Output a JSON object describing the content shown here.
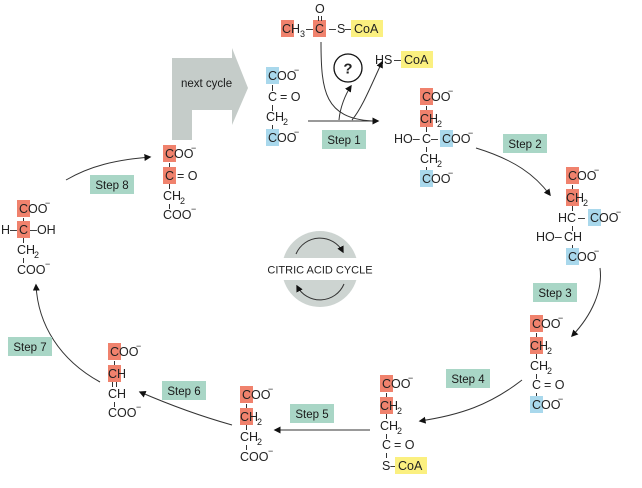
{
  "colors": {
    "red_carbon": "#f0826d",
    "blue_carbon": "#a9d8ec",
    "coa": "#fbf080",
    "step_box": "#a9d6c6",
    "gray_arrow": "#c5ccc9",
    "center_badge": "#cdd4d1",
    "bond": "#333333"
  },
  "labels": {
    "next_cycle": "next cycle",
    "question": "?",
    "center": "CITRIC ACID CYCLE"
  },
  "steps": [
    "Step 1",
    "Step 2",
    "Step 3",
    "Step 4",
    "Step 5",
    "Step 6",
    "Step 7",
    "Step 8"
  ],
  "text": {
    "c": "C",
    "ch": "CH",
    "ch2_c": "CH",
    "ch2_sub": "2",
    "ch3_sub": "3",
    "coo": "COO",
    "oo": "OO",
    "minus": "−",
    "eq": "=",
    "eq_o": "= O",
    "o": "O",
    "oh": "–OH",
    "h_dash": "H–",
    "ho_dash": "HO–",
    "hs": "HS",
    "s": "S",
    "coa": "CoA",
    "hc": "HC",
    "c_eq_o": "C = O",
    "c_eq": "C =",
    "dash": "–",
    "s_dash": "S–"
  }
}
